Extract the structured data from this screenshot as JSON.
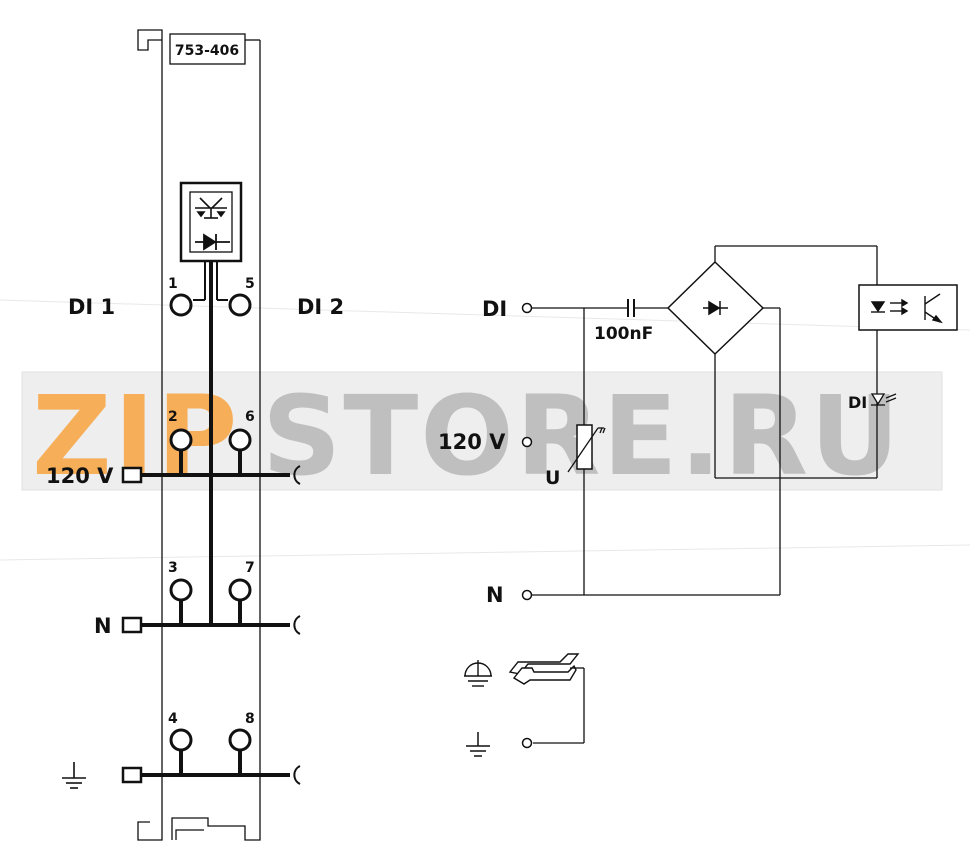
{
  "module": {
    "part_number": "753-406"
  },
  "terminals": [
    "1",
    "2",
    "3",
    "4",
    "5",
    "6",
    "7",
    "8"
  ],
  "left_labels": {
    "di1": "DI 1",
    "di2": "DI 2",
    "v120": "120 V",
    "n": "N"
  },
  "schematic": {
    "di": "DI",
    "capacitor": "100nF",
    "v120": "120 V",
    "varistor": "U",
    "n": "N",
    "led": "DI"
  },
  "watermark": {
    "text_orange": "ZIP",
    "text_gray": "STORE.RU",
    "color_orange": "#f5a03c",
    "color_gray": "#b4b4b4"
  },
  "colors": {
    "ink": "#111111"
  }
}
